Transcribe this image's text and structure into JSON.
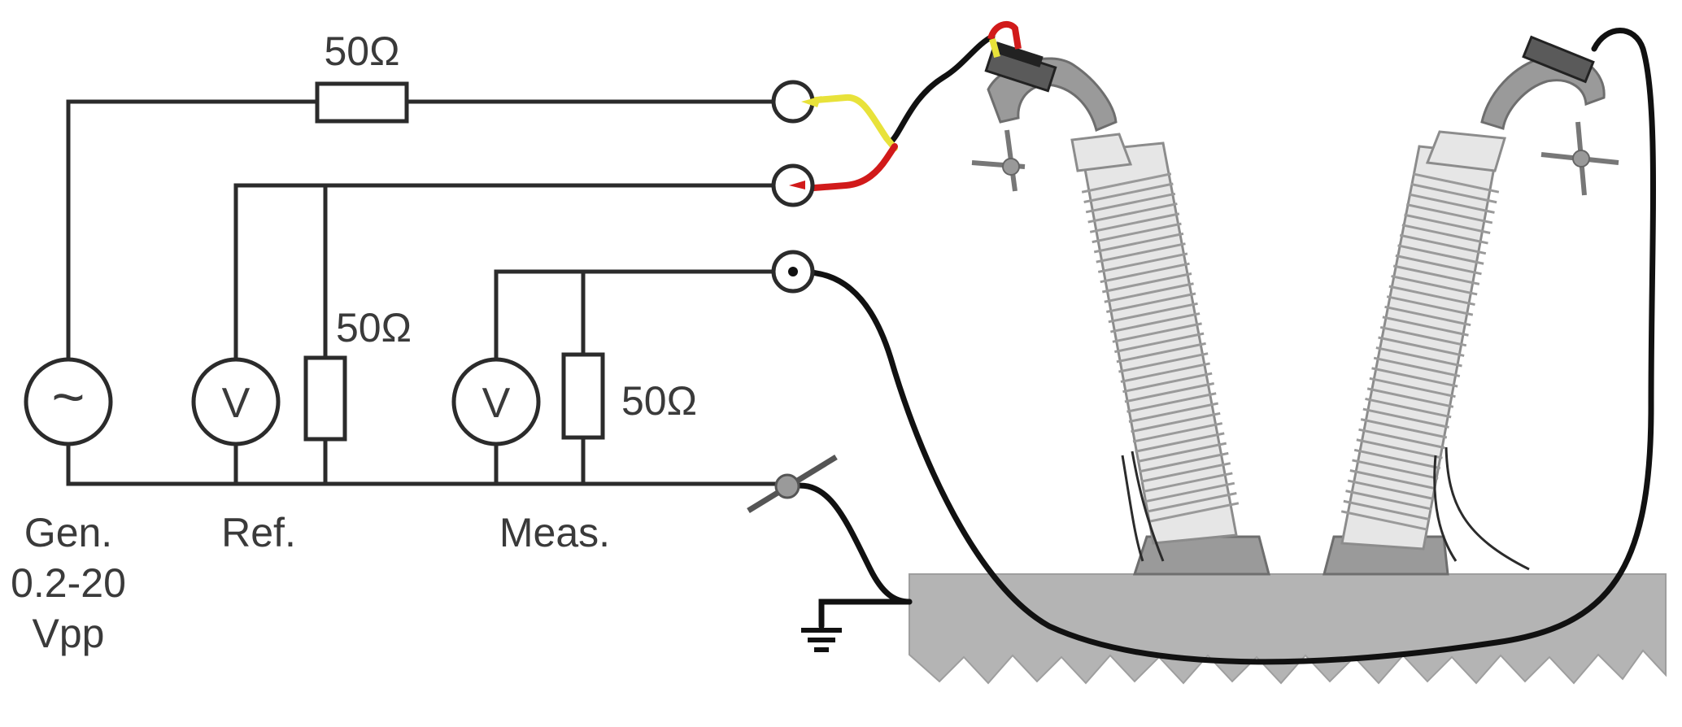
{
  "circuit": {
    "series_resistor_label": "50Ω",
    "ref_resistor_label": "50Ω",
    "meas_resistor_label": "50Ω",
    "voltmeter_symbol": "V",
    "generator_symbol": "~",
    "generator_label_line1": "Gen.",
    "generator_label_line2": "0.2-20",
    "generator_label_line3": "Vpp",
    "ref_label": "Ref.",
    "meas_label": "Meas."
  },
  "colors": {
    "wire": "#2b2b2b",
    "cable": "#111111",
    "cable_yellow": "#e8e23a",
    "cable_red": "#d11a1a",
    "ground_block": "#b4b4b4"
  }
}
